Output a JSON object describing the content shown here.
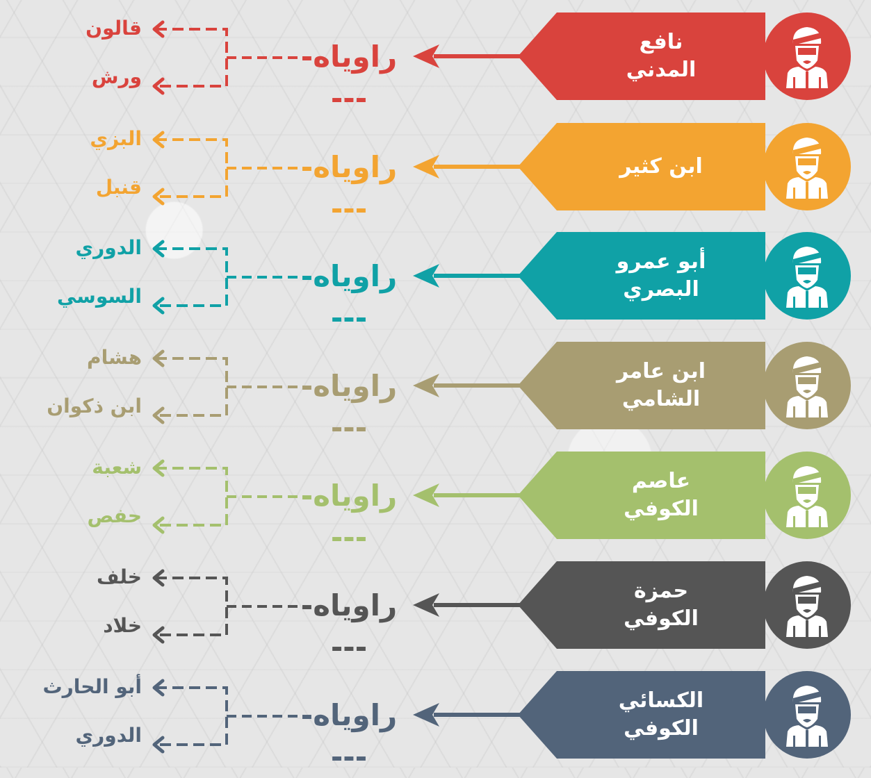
{
  "rows": [
    {
      "reciter": [
        "نافع",
        "المدني"
      ],
      "link": "راوياه----",
      "narrators": [
        "قالون",
        "ورش"
      ],
      "color": "#d9433d"
    },
    {
      "reciter": [
        "ابن كثير"
      ],
      "link": "راوياه----",
      "narrators": [
        "البزي",
        "قنبل"
      ],
      "color": "#f3a431"
    },
    {
      "reciter": [
        "أبو عمرو",
        "البصري"
      ],
      "link": "راوياه----",
      "narrators": [
        "الدوري",
        "السوسي"
      ],
      "color": "#10a1a6"
    },
    {
      "reciter": [
        "ابن عامر",
        "الشامي"
      ],
      "link": "راوياه----",
      "narrators": [
        "هشام",
        "ابن ذكوان"
      ],
      "color": "#a89d72"
    },
    {
      "reciter": [
        "عاصم",
        "الكوفي"
      ],
      "link": "راوياه----",
      "narrators": [
        "شعبة",
        "حفص"
      ],
      "color": "#a4c06d"
    },
    {
      "reciter": [
        "حمزة",
        "الكوفي"
      ],
      "link": "راوياه----",
      "narrators": [
        "خلف",
        "خلاد"
      ],
      "color": "#555555"
    },
    {
      "reciter": [
        "الكسائي",
        "الكوفي"
      ],
      "link": "راوياه----",
      "narrators": [
        "أبو الحارث",
        "الدوري"
      ],
      "color": "#52647a"
    }
  ],
  "icons": {
    "avatar": "turbaned-scholar-icon",
    "arrow": "arrow-left-icon"
  }
}
